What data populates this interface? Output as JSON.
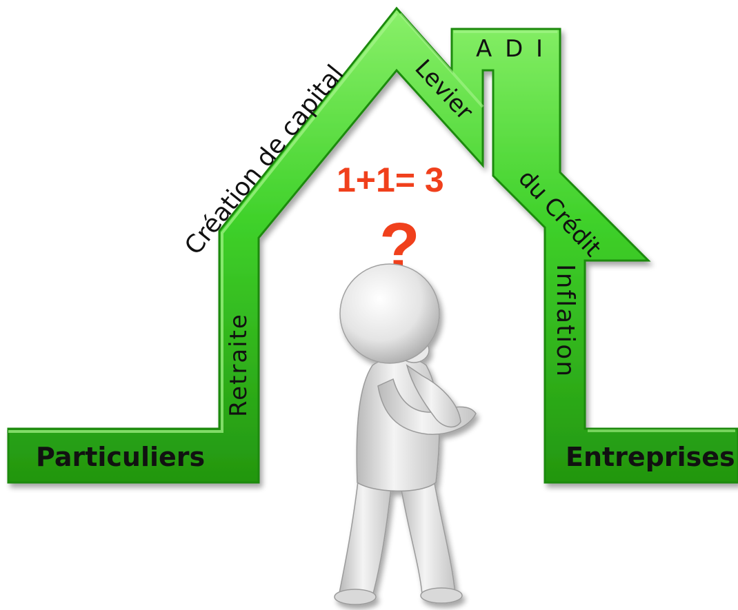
{
  "labels": {
    "particuliers": "Particuliers",
    "retraite": "Retraite",
    "creation_capital": "Création de capital",
    "levier": "Levier",
    "adi": "A D I",
    "du_credit": "du Crédit",
    "inflation": "Inflation",
    "entreprises": "Entreprises"
  },
  "center": {
    "equation": "1+1= 3",
    "question_mark": "?"
  },
  "colors": {
    "house_green": "#3fd12a",
    "house_green_dark": "#23960f",
    "house_green_light": "#8af06a",
    "accent_red": "#f0401c",
    "label_text": "#111111"
  },
  "icons": {
    "house": "house-outline-icon",
    "thinker": "thinking-person-icon"
  }
}
